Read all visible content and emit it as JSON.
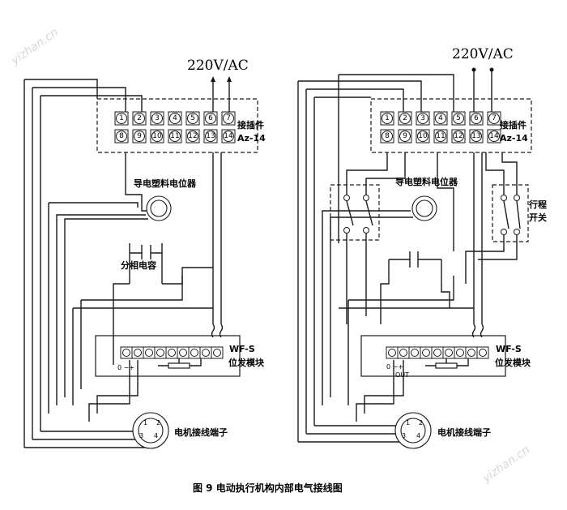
{
  "watermark": "yizhan.cn",
  "caption": "图 9    电动执行机构内部电气接线图",
  "left": {
    "voltage": "220V/AC",
    "connector_name": "接插件",
    "connector_model": "Az-14",
    "terminals_top": [
      "1",
      "2",
      "3",
      "4",
      "5",
      "6",
      "7"
    ],
    "terminals_bottom": [
      "8",
      "9",
      "10",
      "11",
      "12",
      "13",
      "14"
    ],
    "potentiometer_label": "导电塑料电位器",
    "capacitor_label": "分相电容",
    "module_model": "WF-S",
    "module_label": "位发模块",
    "module_signs": "0  −+",
    "motor_label": "电机接线端子",
    "motor_pins": [
      "1",
      "2",
      "3",
      "4"
    ]
  },
  "right": {
    "voltage": "220V/AC",
    "connector_name": "接插件",
    "connector_model": "Az-14",
    "terminals_top": [
      "1",
      "2",
      "3",
      "4",
      "5",
      "6",
      "7"
    ],
    "terminals_bottom": [
      "8",
      "9",
      "10",
      "11",
      "12",
      "13",
      "14"
    ],
    "potentiometer_label": "导电塑料电位器",
    "travel_switch_label_1": "行程",
    "travel_switch_label_2": "开关",
    "module_model": "WF-S",
    "module_label": "位发模块",
    "module_signs": "0  −+",
    "module_out": "OUT",
    "motor_label": "电机接线端子",
    "motor_pins": [
      "1",
      "2",
      "3",
      "4"
    ]
  }
}
